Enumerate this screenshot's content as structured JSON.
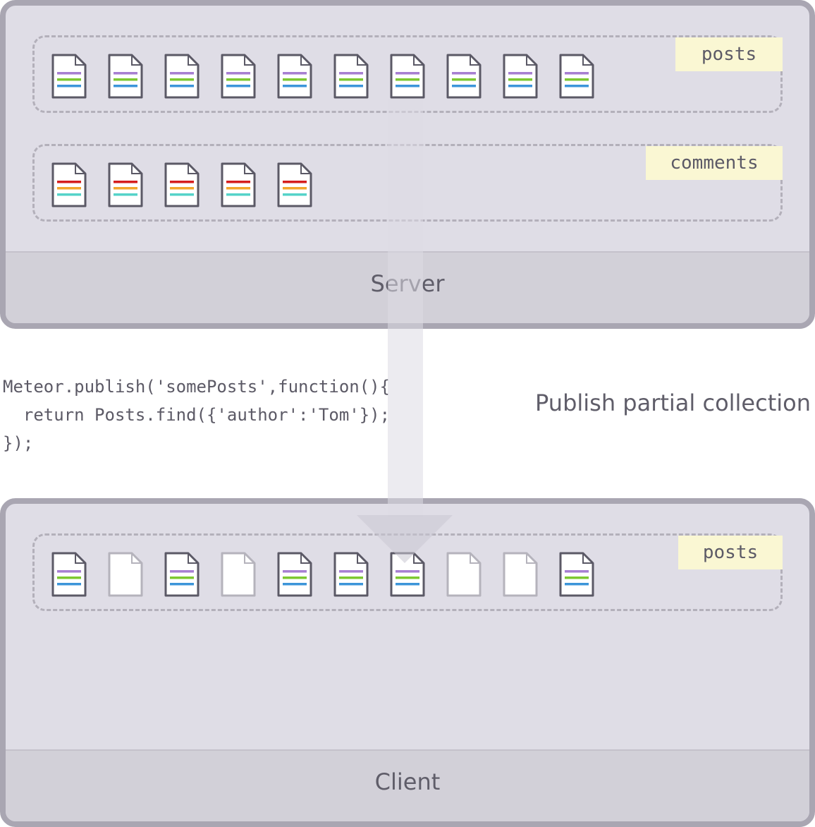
{
  "server": {
    "label": "Server",
    "collections": [
      {
        "name": "posts",
        "docs": [
          "full",
          "full",
          "full",
          "full",
          "full",
          "full",
          "full",
          "full",
          "full",
          "full"
        ],
        "line_colors": [
          "#a77fd2",
          "#7ec832",
          "#3c95d9"
        ]
      },
      {
        "name": "comments",
        "docs": [
          "full",
          "full",
          "full",
          "full",
          "full"
        ],
        "line_colors": [
          "#d51e1e",
          "#f3a62c",
          "#55d3c9"
        ]
      }
    ]
  },
  "client": {
    "label": "Client",
    "collections": [
      {
        "name": "posts",
        "docs": [
          "full",
          "empty",
          "full",
          "empty",
          "full",
          "full",
          "full",
          "empty",
          "empty",
          "full"
        ],
        "line_colors": [
          "#a77fd2",
          "#7ec832",
          "#3c95d9"
        ]
      }
    ]
  },
  "code": {
    "lines": [
      "Meteor.publish('somePosts',function(){",
      "  return Posts.find({'author':'Tom'});",
      "});"
    ]
  },
  "caption": "Publish partial collection",
  "colors": {
    "panel_bg": "#dfdde6",
    "panel_border": "#a9a6b2",
    "footer_bg": "#d2d0d8",
    "tag_bg": "#faf7d3",
    "doc_outline": "#5b5966",
    "doc_outline_empty": "#b5b3bc"
  }
}
